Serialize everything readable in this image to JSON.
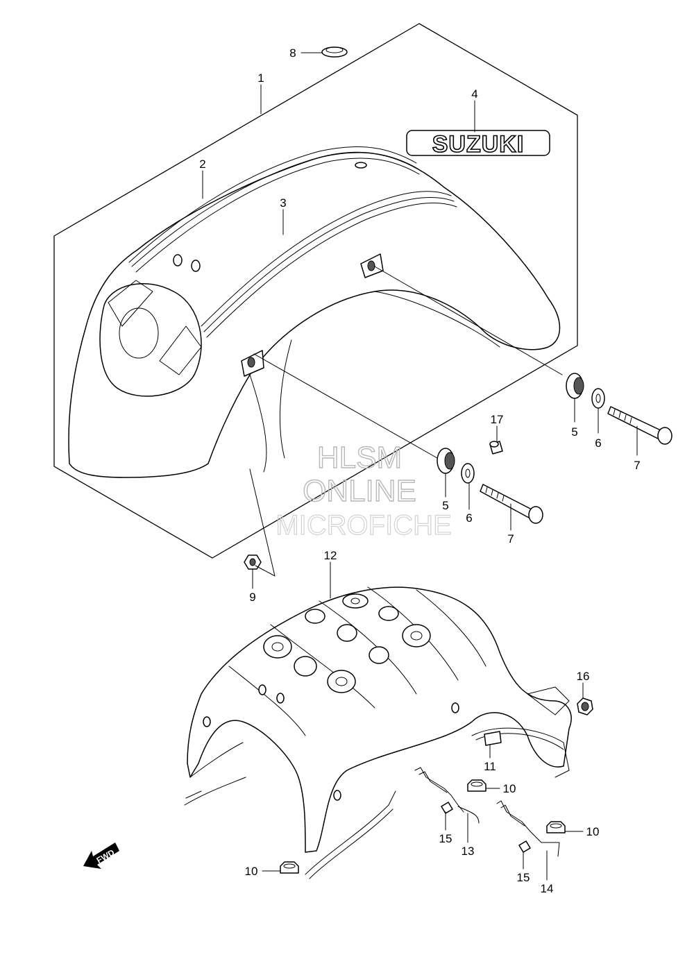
{
  "callouts": {
    "c1": "1",
    "c2": "2",
    "c3": "3",
    "c4": "4",
    "c5a": "5",
    "c5b": "5",
    "c6a": "6",
    "c6b": "6",
    "c7a": "7",
    "c7b": "7",
    "c8": "8",
    "c9": "9",
    "c10a": "10",
    "c10b": "10",
    "c10c": "10",
    "c11": "11",
    "c12": "12",
    "c13": "13",
    "c14": "14",
    "c15a": "15",
    "c15b": "15",
    "c16": "16",
    "c17": "17"
  },
  "logo": {
    "text": "SUZUKI"
  },
  "watermark": {
    "line1": "HLSM",
    "line2": "ONLINE",
    "line3": "MICROFICHE"
  },
  "fwd_arrow": {
    "label": "FWD"
  }
}
